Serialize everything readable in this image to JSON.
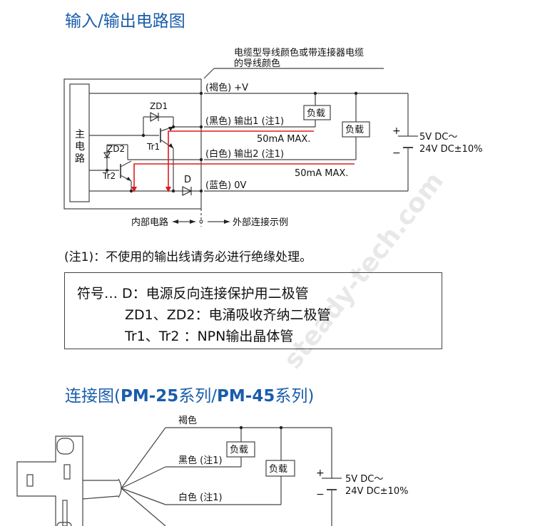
{
  "section1": {
    "title": "输入/输出电路图",
    "cable_note_line1": "电缆型导线颜色或带连接器电缆",
    "cable_note_line2": "的导线颜色",
    "main_circuit": [
      "主",
      "电",
      "路"
    ],
    "zd1": "ZD1",
    "zd2": "ZD2",
    "tr1": "Tr1",
    "tr2": "Tr2",
    "diode": "D",
    "brown": "(褐色) +V",
    "black": "(黑色) 输出1 (注1)",
    "white": "(白色) 输出2 (注1)",
    "blue": "(蓝色) 0V",
    "load1": "负载",
    "load2": "负载",
    "max1": "50mA  MAX.",
    "max2": "50mA  MAX.",
    "plus": "+",
    "minus": "−",
    "supply_line1": "5V DC～",
    "supply_line2": "24V DC±10%",
    "internal": "内部电路",
    "external": "外部连接示例"
  },
  "note1": "(注1)：不使用的输出线请务必进行绝缘处理。",
  "legend": {
    "line1": "符号… D：电源反向连接保护用二极管",
    "line2": "ZD1、ZD2：电涌吸收齐纳二极管",
    "line3": "Tr1、Tr2 ：NPN输出晶体管"
  },
  "section2": {
    "title_a": "连接图(",
    "title_b": "PM-25",
    "title_c": "系列/",
    "title_d": "PM-45",
    "title_e": "系列)",
    "brown": "褐色",
    "black": "黑色 (注1)",
    "white": "白色 (注1)",
    "load1": "负载",
    "load2": "负载",
    "plus": "+",
    "minus": "−",
    "supply_line1": "5V DC～",
    "supply_line2": "24V DC±10%"
  },
  "watermark": "steady-tech.com",
  "colors": {
    "title": "#1a5dab",
    "red": "#e0191f",
    "line": "#444444"
  }
}
